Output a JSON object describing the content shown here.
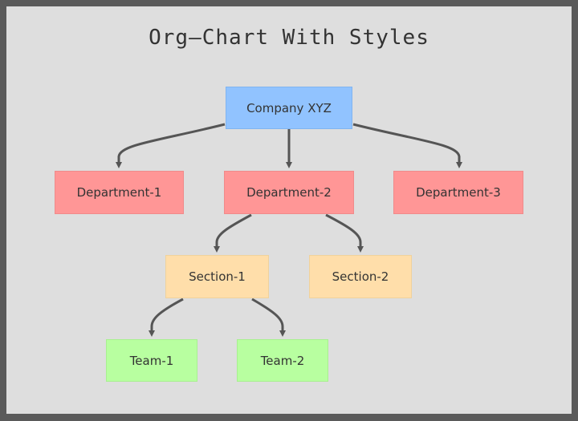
{
  "title": "Org–Chart With Styles",
  "colors": {
    "company": "#91c3ff",
    "department": "#ff9696",
    "section": "#ffdeaa",
    "team": "#b8ffa0",
    "edge": "#555555",
    "background": "#dedede",
    "frame": "#5a5a5a"
  },
  "nodes": {
    "company": "Company XYZ",
    "department_1": "Department-1",
    "department_2": "Department-2",
    "department_3": "Department-3",
    "section_1": "Section-1",
    "section_2": "Section-2",
    "team_1": "Team-1",
    "team_2": "Team-2"
  },
  "edges": [
    [
      "company",
      "department_1"
    ],
    [
      "company",
      "department_2"
    ],
    [
      "company",
      "department_3"
    ],
    [
      "department_2",
      "section_1"
    ],
    [
      "department_2",
      "section_2"
    ],
    [
      "section_1",
      "team_1"
    ],
    [
      "section_1",
      "team_2"
    ]
  ]
}
